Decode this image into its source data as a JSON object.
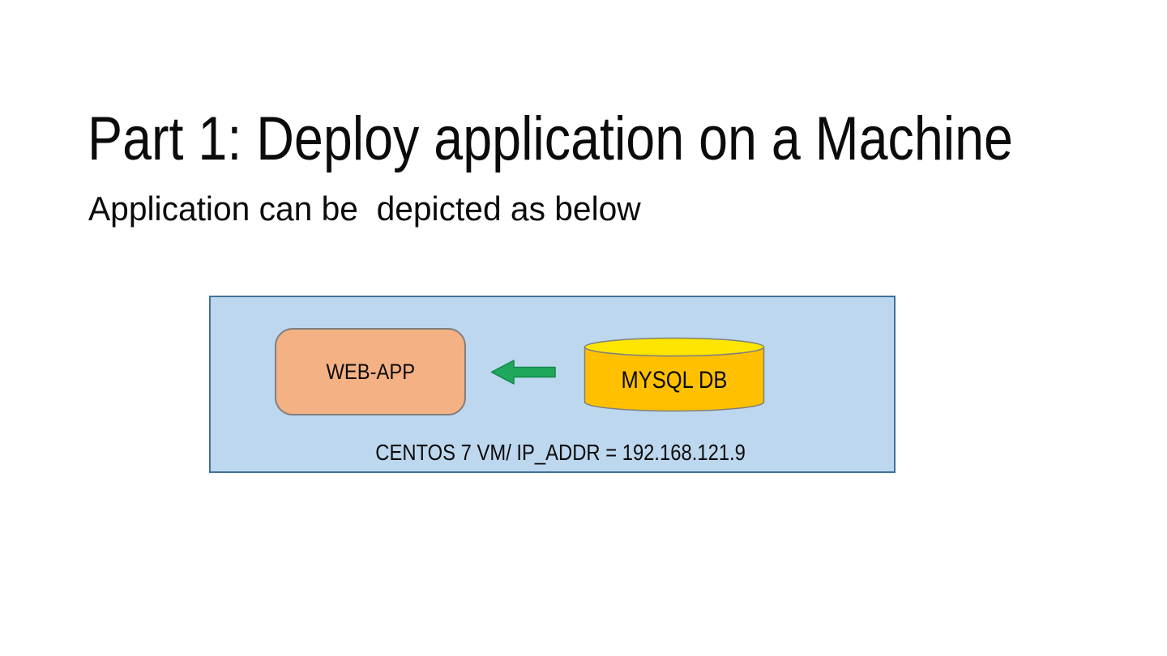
{
  "slide": {
    "title": "Part 1: Deploy application on a Machine",
    "subtitle": "Application can be  depicted as below"
  },
  "diagram": {
    "vm_box": {
      "caption": "CENTOS 7 VM/ IP_ADDR = 192.168.121.9",
      "fill": "#BDD7EE",
      "border": "#41719C"
    },
    "web_app": {
      "label": "WEB-APP",
      "fill": "#F4B183",
      "border": "#7F7F7F"
    },
    "mysql_db": {
      "label": "MYSQL DB",
      "icon": "database-cylinder-icon",
      "body_fill": "#FFC000",
      "top_fill": "#FFE600",
      "border": "#7F7F7F"
    },
    "arrow": {
      "icon": "left-block-arrow-icon",
      "direction": "left",
      "fill": "#1FA85C",
      "border": "#12874A"
    }
  }
}
